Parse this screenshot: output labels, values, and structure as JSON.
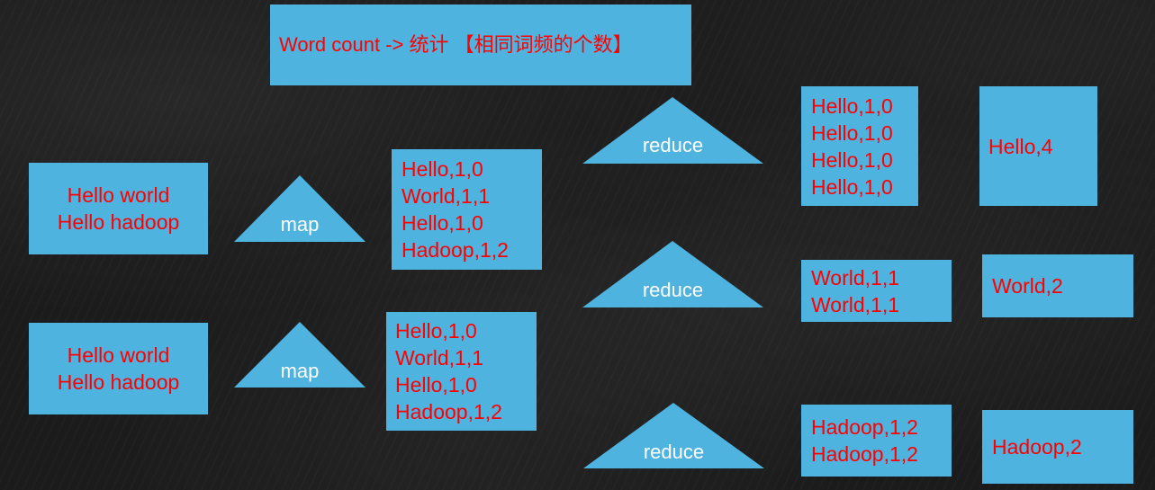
{
  "title": "Word count -> 统计 【相同词频的个数】",
  "colors": {
    "box_fill": "#4fb3e0",
    "box_text": "#ff0000",
    "triangle_text": "#ffffff",
    "background": "#1b1b1b"
  },
  "inputs": [
    {
      "lines": [
        "Hello world",
        "Hello hadoop"
      ]
    },
    {
      "lines": [
        "Hello world",
        "Hello hadoop"
      ]
    }
  ],
  "map_labels": [
    "map",
    "map"
  ],
  "map_outputs": [
    {
      "lines": [
        "Hello,1,0",
        "World,1,1",
        "Hello,1,0",
        "Hadoop,1,2"
      ]
    },
    {
      "lines": [
        "Hello,1,0",
        "World,1,1",
        "Hello,1,0",
        "Hadoop,1,2"
      ]
    }
  ],
  "reduce_labels": [
    "reduce",
    "reduce",
    "reduce"
  ],
  "groups": [
    {
      "lines": [
        "Hello,1,0",
        "Hello,1,0",
        "Hello,1,0",
        "Hello,1,0"
      ]
    },
    {
      "lines": [
        "World,1,1",
        "World,1,1"
      ]
    },
    {
      "lines": [
        "Hadoop,1,2",
        "Hadoop,1,2"
      ]
    }
  ],
  "results": [
    "Hello,4",
    "World,2",
    "Hadoop,2"
  ]
}
